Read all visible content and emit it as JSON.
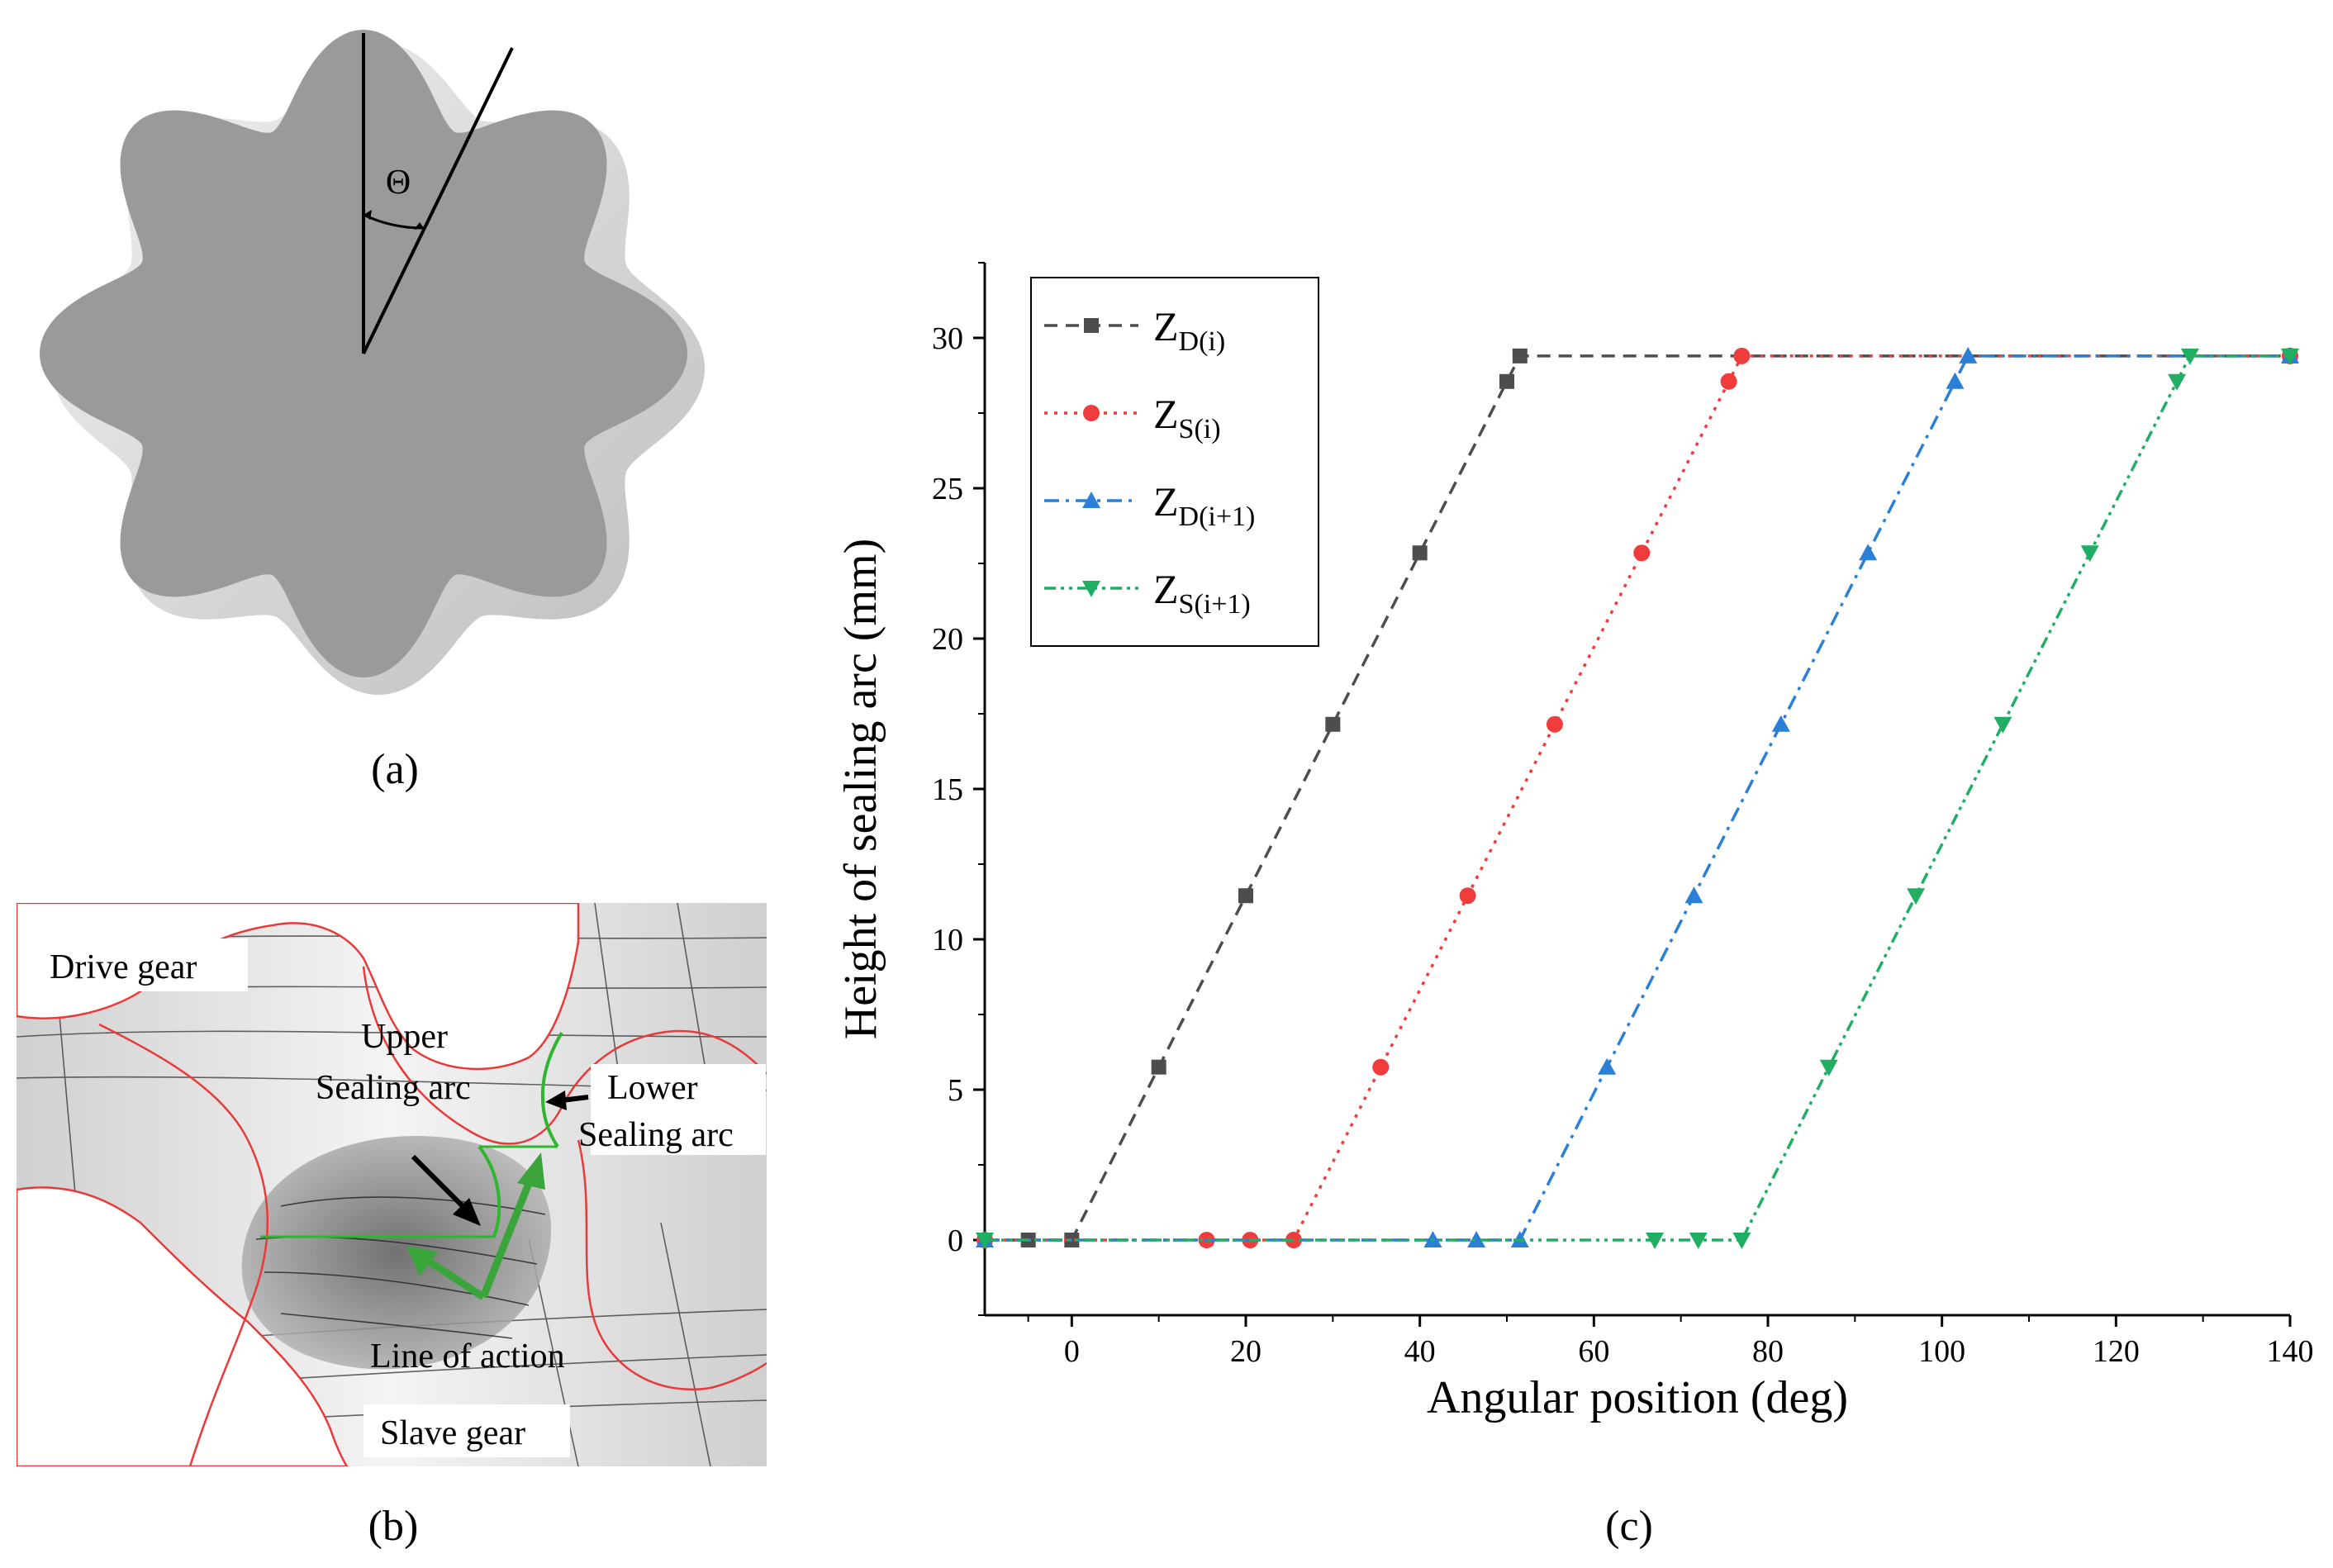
{
  "panel_a": {
    "label": "(a)",
    "angle_symbol": "Θ"
  },
  "panel_b": {
    "label": "(b)",
    "drive_gear": "Drive gear",
    "slave_gear": "Slave gear",
    "upper_arc_line1": "Upper",
    "upper_arc_line2": "Sealing arc",
    "lower_arc_line1": "Lower",
    "lower_arc_line2": "Sealing arc",
    "line_of_action": "Line of action",
    "colors": {
      "profile": "#e83a3a",
      "sealing": "#2fb52f"
    }
  },
  "panel_c": {
    "label": "(c)"
  },
  "chart_data": {
    "type": "line",
    "xlabel": "Angular position (deg)",
    "ylabel": "Height of sealing arc (mm)",
    "xlim": [
      -10,
      140
    ],
    "ylim": [
      -2.5,
      32.5
    ],
    "xticks": [
      0,
      20,
      40,
      60,
      80,
      100,
      120,
      140
    ],
    "yticks": [
      0,
      5,
      10,
      15,
      20,
      25,
      30
    ],
    "grid": false,
    "legend_position": "top-left",
    "series": [
      {
        "name_main": "Z",
        "name_sub": "D(i)",
        "color": "#4d4d4d",
        "marker": "square",
        "dash": "16,10",
        "x": [
          -10,
          -5,
          0,
          10,
          20,
          30,
          40,
          50,
          51.5,
          140
        ],
        "y": [
          0,
          0,
          0,
          5.75,
          11.45,
          17.15,
          22.85,
          28.55,
          29.4,
          29.4
        ]
      },
      {
        "name_main": "Z",
        "name_sub": "S(i)",
        "color": "#f03c3c",
        "marker": "circle",
        "dash": "4,8",
        "x": [
          -10,
          15.5,
          20.5,
          25.5,
          35.5,
          45.5,
          55.5,
          65.5,
          75.5,
          77,
          140
        ],
        "y": [
          0,
          0,
          0,
          0,
          5.75,
          11.45,
          17.15,
          22.85,
          28.55,
          29.4,
          29.4
        ]
      },
      {
        "name_main": "Z",
        "name_sub": "D(i+1)",
        "color": "#2a7fd6",
        "marker": "triangle-up",
        "dash": "18,8,4,8",
        "x": [
          -10,
          41.5,
          46.5,
          51.5,
          61.5,
          71.5,
          81.5,
          91.5,
          101.5,
          103,
          140
        ],
        "y": [
          0,
          0,
          0,
          0,
          5.75,
          11.45,
          17.15,
          22.85,
          28.55,
          29.4,
          29.4
        ]
      },
      {
        "name_main": "Z",
        "name_sub": "S(i+1)",
        "color": "#1fae62",
        "marker": "triangle-down",
        "dash": "14,6,4,6,4,6",
        "x": [
          -10,
          67,
          72,
          77,
          87,
          97,
          107,
          117,
          127,
          128.5,
          140
        ],
        "y": [
          0,
          0,
          0,
          0,
          5.75,
          11.45,
          17.15,
          22.85,
          28.55,
          29.4,
          29.4
        ]
      }
    ]
  }
}
